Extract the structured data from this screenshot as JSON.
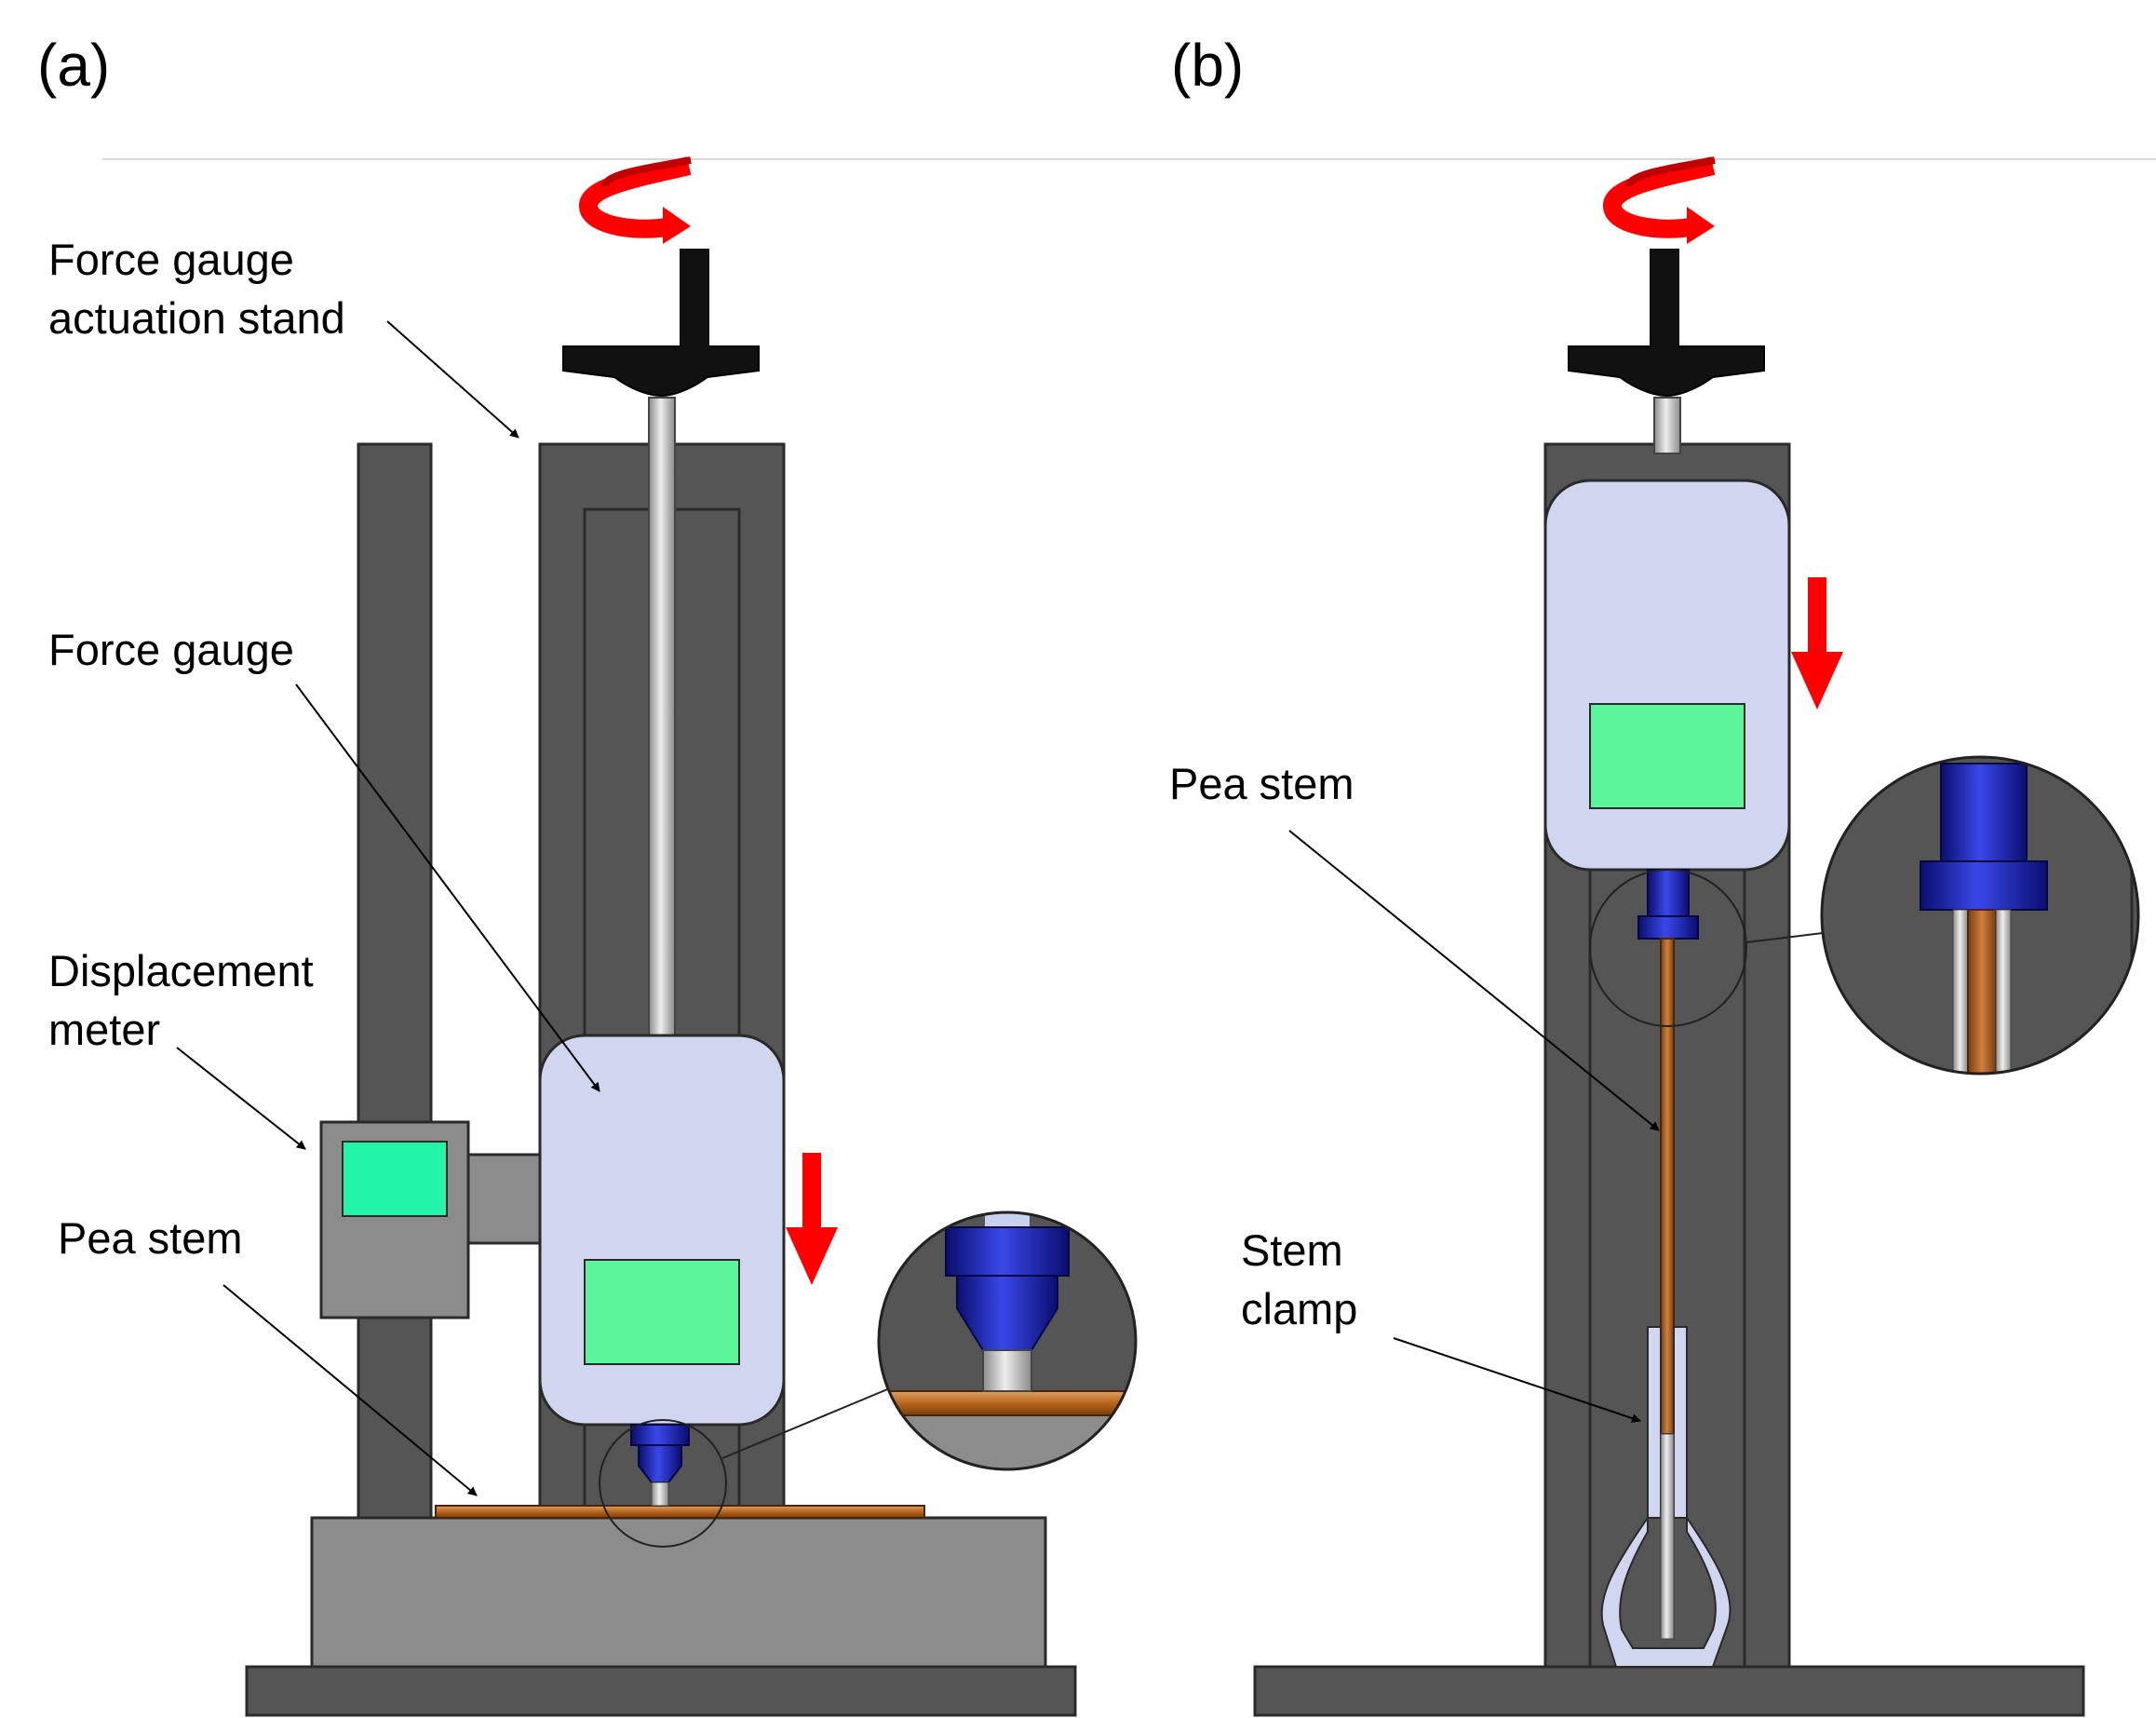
{
  "panels": {
    "a": "(a)",
    "b": "(b)"
  },
  "labels": {
    "a_stand_line1": "Force gauge",
    "a_stand_line2": "actuation stand",
    "a_gauge": "Force gauge",
    "a_disp_line1": "Displacement",
    "a_disp_line2": "meter",
    "a_stem": "Pea stem",
    "b_stem": "Pea stem",
    "b_clamp_line1": "Stem",
    "b_clamp_line2": "clamp"
  },
  "colors": {
    "frame": "#555555",
    "frame_stroke": "#2a2a2a",
    "base": "#8c8c8c",
    "gauge_body": "#d0d5f0",
    "display": "#5cf59b",
    "display_meter": "#22f5a8",
    "probe": "#1a22b4",
    "stem": "#b8651c",
    "arrow": "#ff0000",
    "knob": "#111111",
    "rod": "#b4b4b4"
  }
}
